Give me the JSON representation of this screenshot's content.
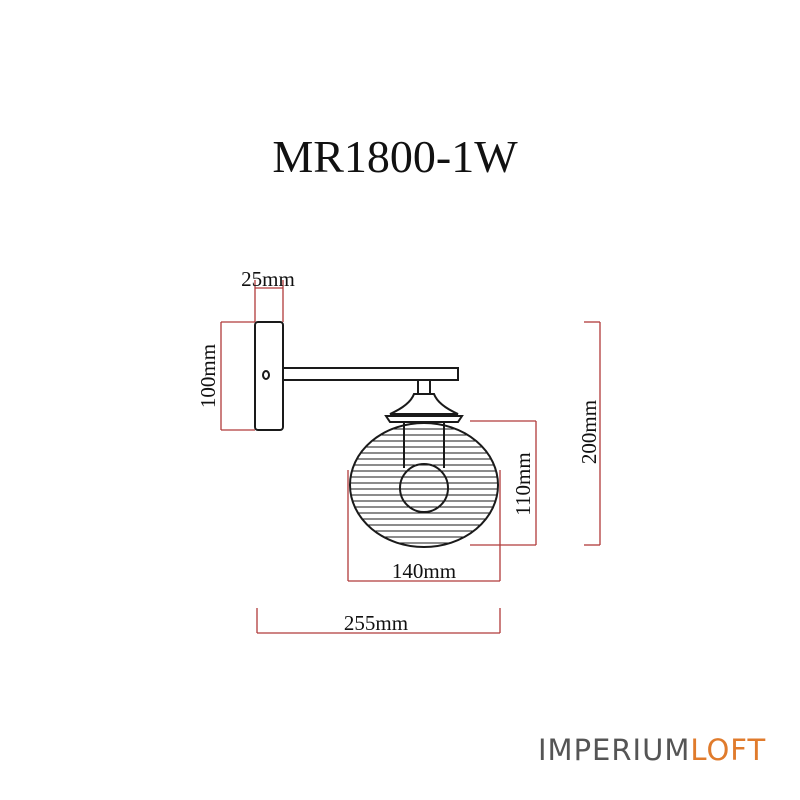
{
  "title": "MR1800-1W",
  "dimensions": {
    "bracket_depth": "25mm",
    "backplate_height": "100mm",
    "total_height": "200mm",
    "shade_height": "110mm",
    "shade_width": "140mm",
    "total_width": "255mm"
  },
  "brand": {
    "part1": "IMPERIUM",
    "part2": "LOFT"
  },
  "colors": {
    "line": "#1a1a1a",
    "dimension": "#b03a3a",
    "brand_dark": "#555555",
    "brand_accent": "#e07b2c"
  }
}
